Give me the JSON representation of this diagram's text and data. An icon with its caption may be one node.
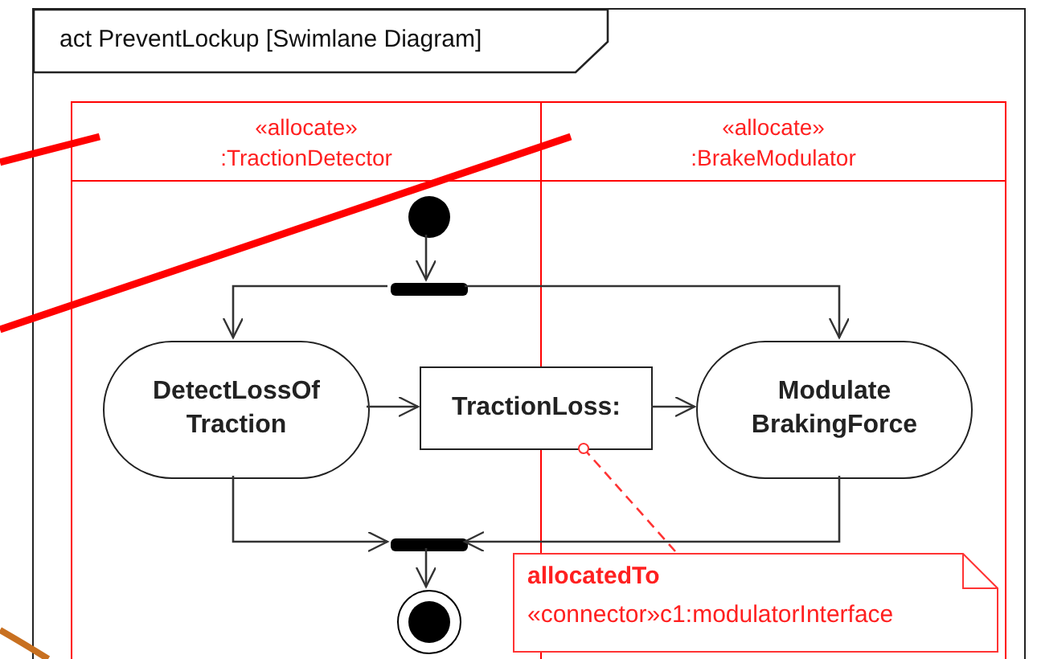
{
  "diagram": {
    "nodes": [
      {
        "text": [
          "act PreventLockup [Swimlane Diagram]"
        ]
      },
      {
        "text": [
          "«allocate»",
          ":TractionDetector"
        ],
        "in": 0
      },
      {
        "text": [
          "«allocate»",
          ":BrakeModulator"
        ],
        "in": 0
      },
      {
        "text": [],
        "shape": "circle",
        "in": 1
      },
      {
        "text": [],
        "shape": "bar",
        "in": 1
      },
      {
        "text": [
          "DetectLossOf Traction"
        ],
        "in": 1
      },
      {
        "text": [
          "TractionLoss:"
        ],
        "in": 0
      },
      {
        "text": [
          "Modulate BrakingForce"
        ],
        "in": 2
      },
      {
        "text": [],
        "shape": "bar",
        "in": 1
      },
      {
        "text": [],
        "shape": "circle",
        "in": 1
      },
      {
        "text": [
          "allocatedTo",
          "«connector»c1:modulatorInterface"
        ],
        "in": 0
      }
    ],
    "edges": [
      {
        "from": 3,
        "to": 4,
        "arrow": "to"
      },
      {
        "from": 4,
        "to": 5,
        "arrow": "to"
      },
      {
        "from": 4,
        "to": 7,
        "arrow": "to"
      },
      {
        "from": 5,
        "to": 6,
        "arrow": "to"
      },
      {
        "from": 6,
        "to": 7,
        "arrow": "to"
      },
      {
        "from": 5,
        "to": 8,
        "arrow": "to"
      },
      {
        "from": 7,
        "to": 8,
        "arrow": "to"
      },
      {
        "from": 8,
        "to": 9,
        "arrow": "to"
      },
      {
        "from": 10,
        "to": 6,
        "arrow": "other",
        "style": "dashed",
        "color": "#ff3333"
      },
      {
        "from": null,
        "to": 1,
        "arrow": "none",
        "style": "thick",
        "color": "#ff0000"
      },
      {
        "from": null,
        "to": 2,
        "arrow": "none",
        "style": "thick",
        "color": "#ff0000"
      }
    ]
  }
}
